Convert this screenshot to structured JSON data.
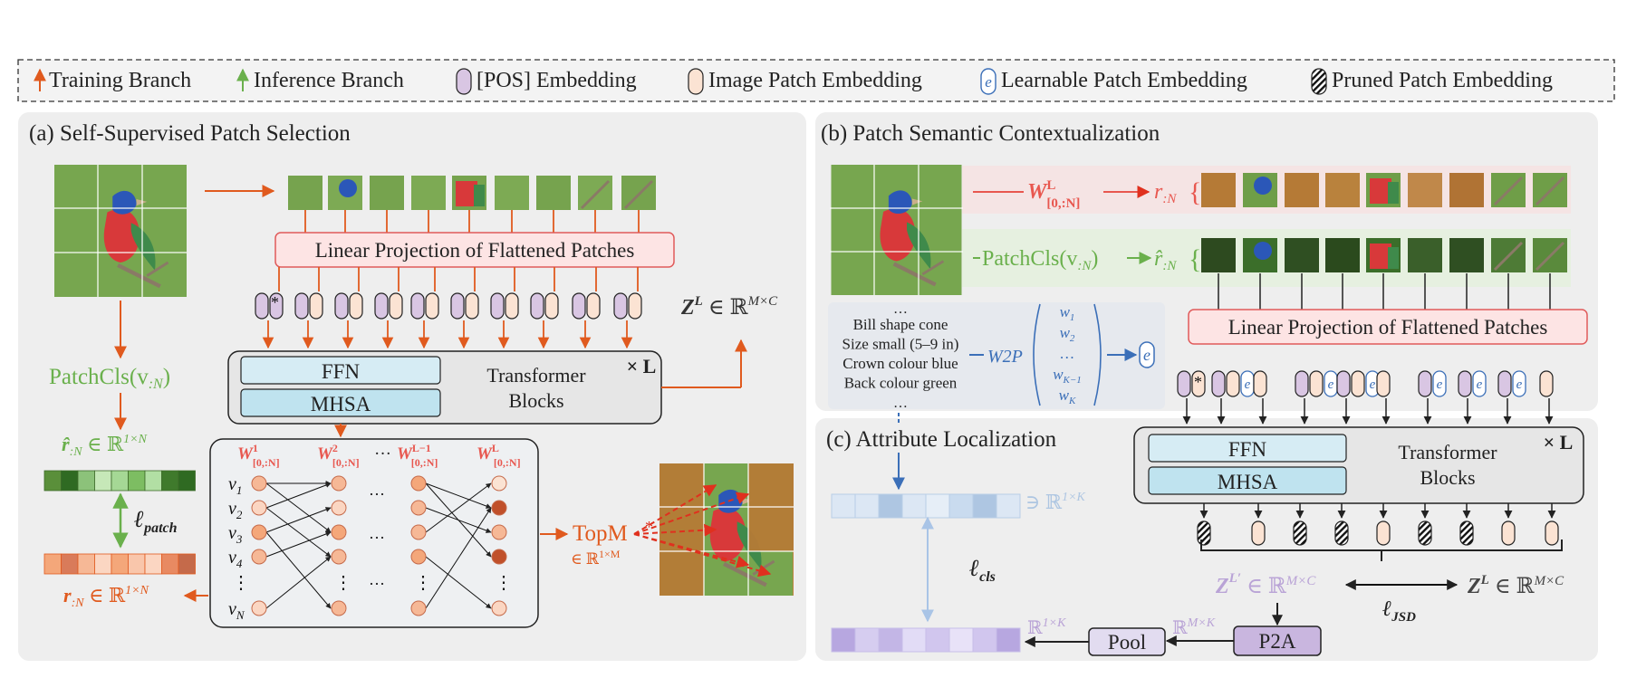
{
  "colors": {
    "training": "#e05a1e",
    "inference": "#6ab04c",
    "pos": "#d9c6e3",
    "image_patch": "#fbe3d3",
    "learnable": "#3b6fb8",
    "panel_bg": "#eeeeee",
    "lin_proj": "#fde4e4",
    "ffn": "#d6ecf4",
    "mhsa": "#bfe3ef",
    "weight_red": "#e8574f",
    "purple_text": "#b9a3d6",
    "pale_blue": "#aec6e2"
  },
  "legend": {
    "training": "Training Branch",
    "inference": "Inference Branch",
    "pos": "[POS] Embedding",
    "image": "Image Patch Embedding",
    "learnable": "Learnable Patch Embedding",
    "learnable_glyph": "e",
    "pruned": "Pruned Patch Embedding"
  },
  "panel_a": {
    "title": "(a) Self-Supervised Patch Selection",
    "linear_projection": "Linear Projection of Flattened Patches",
    "ffn": "FFN",
    "mhsa": "MHSA",
    "transformer_line1": "Transformer",
    "transformer_line2": "Blocks",
    "times_l": "× L",
    "zl": "Z",
    "zl_sup": "L",
    "zl_space": " ∈ ℝ",
    "zl_dims": "M×C",
    "patchcls": "PatchCls(v",
    "patchcls_sub": ":N",
    "patchcls_close": ")",
    "rhat": "r̂",
    "rhat_sub": ":N",
    "rhat_space": " ∈ ℝ",
    "rhat_dims": "1×N",
    "lpatch": "ℓ",
    "lpatch_sub": "patch",
    "r": "r",
    "r_sub": ":N",
    "r_space": " ∈ ℝ",
    "r_dims": "1×N",
    "w1": "W",
    "w1_sup": "1",
    "w1_sub": "[0,:N]",
    "w2": "W",
    "w2_sup": "2",
    "w2_sub": "[0,:N]",
    "dots": "···",
    "wl1": "W",
    "wl1_sup": "L−1",
    "wl1_sub": "[0,:N]",
    "wl": "W",
    "wl_sup": "L",
    "wl_sub": "[0,:N]",
    "nodes": [
      "v",
      "v",
      "v",
      "v",
      "v"
    ],
    "node_subs": [
      "1",
      "2",
      "3",
      "4",
      "N"
    ],
    "vdots": "⋮",
    "hdots": "···",
    "topm": "TopM",
    "topm_dim": "∈ ℝ",
    "topm_dims": "1×M",
    "star": "*"
  },
  "panel_b": {
    "title": "(b) Patch Semantic Contextualization",
    "w_label": "W",
    "w_sup": "L",
    "w_sub": "[0,:N]",
    "r_label": "r",
    "r_sub": ":N",
    "patchcls_label": "PatchCls(v",
    "patchcls_sub": ":N",
    "patchcls_close": ")",
    "rhat_label": "r̂",
    "rhat_sub": ":N",
    "brace": "{",
    "attr_dots_top": "…",
    "attributes": [
      "Bill shape cone",
      "Size small (5–9 in)",
      "Crown colour blue",
      "Back colour green"
    ],
    "attr_dots_bottom": "…",
    "w2p": "W2P",
    "vector": [
      "w",
      "w",
      "…",
      "w",
      "w"
    ],
    "vector_subs": [
      "1",
      "2",
      "",
      "K−1",
      "K"
    ],
    "learnable_glyph": "e",
    "linear_projection": "Linear Projection of Flattened Patches",
    "star": "*"
  },
  "panel_c": {
    "title": "(c) Attribute Localization",
    "ffn": "FFN",
    "mhsa": "MHSA",
    "transformer_line1": "Transformer",
    "transformer_line2": "Blocks",
    "times_l": "× L",
    "attr_vec_label": "∋ ℝ",
    "attr_vec_dims": "1×K",
    "lcls": "ℓ",
    "lcls_sub": "cls",
    "zlp": "Z",
    "zlp_sup": "L′",
    "zlp_space": " ∈ ℝ",
    "zlp_dims": "M×C",
    "zl": "Z",
    "zl_sup": "L",
    "zl_space": " ∈ ℝ",
    "zl_dims": "M×C",
    "ljsd": "ℓ",
    "ljsd_sub": "JSD",
    "pool": "Pool",
    "p2a": "P2A",
    "r1k": "ℝ",
    "r1k_dims": "1×K",
    "rmk": "ℝ",
    "rmk_dims": "M×K"
  }
}
